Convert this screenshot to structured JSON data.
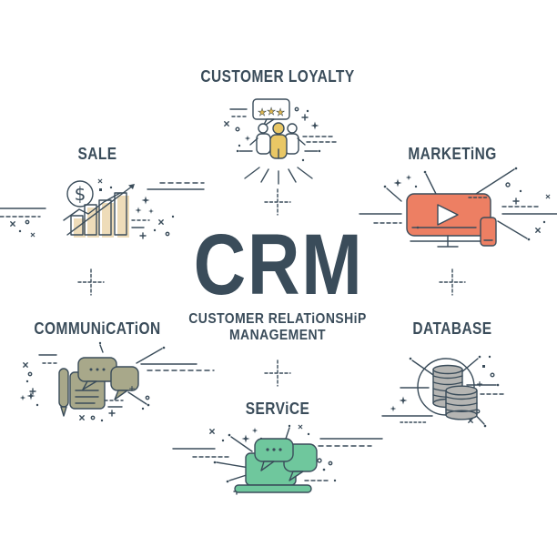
{
  "diagram": {
    "title": "CRM",
    "subtitle_line1": "CUSTOMER RELATiONSHiP",
    "subtitle_line2": "MANAGEMENT"
  },
  "sections": {
    "customer_loyalty": {
      "label": "CUSTOMER LOYALTY",
      "icon": "people-with-rating-stars-icon"
    },
    "sale": {
      "label": "SALE",
      "icon": "growth-bar-chart-dollar-icon"
    },
    "marketing": {
      "label": "MARKETiNG",
      "icon": "video-player-screen-icon"
    },
    "communication": {
      "label": "COMMUNiCATiON",
      "icon": "chat-bubbles-document-pen-icon"
    },
    "database": {
      "label": "DATABASE",
      "icon": "stacked-data-disks-icon"
    },
    "service": {
      "label": "SERViCE",
      "icon": "laptop-chat-support-icon"
    }
  },
  "glyphs": {
    "dollar": "$",
    "star": "★"
  },
  "colors": {
    "ink": "#3a4c5a",
    "background": "#ffffff",
    "loyalty_gold": "#e9c765",
    "star_gold": "#e2b84e",
    "sale_beige": "#eedcb9",
    "marketing_salmon": "#ed7f63",
    "communication_olive": "#a8a88a",
    "database_gray": "#b5b5b3",
    "service_green": "#6fc79d"
  }
}
